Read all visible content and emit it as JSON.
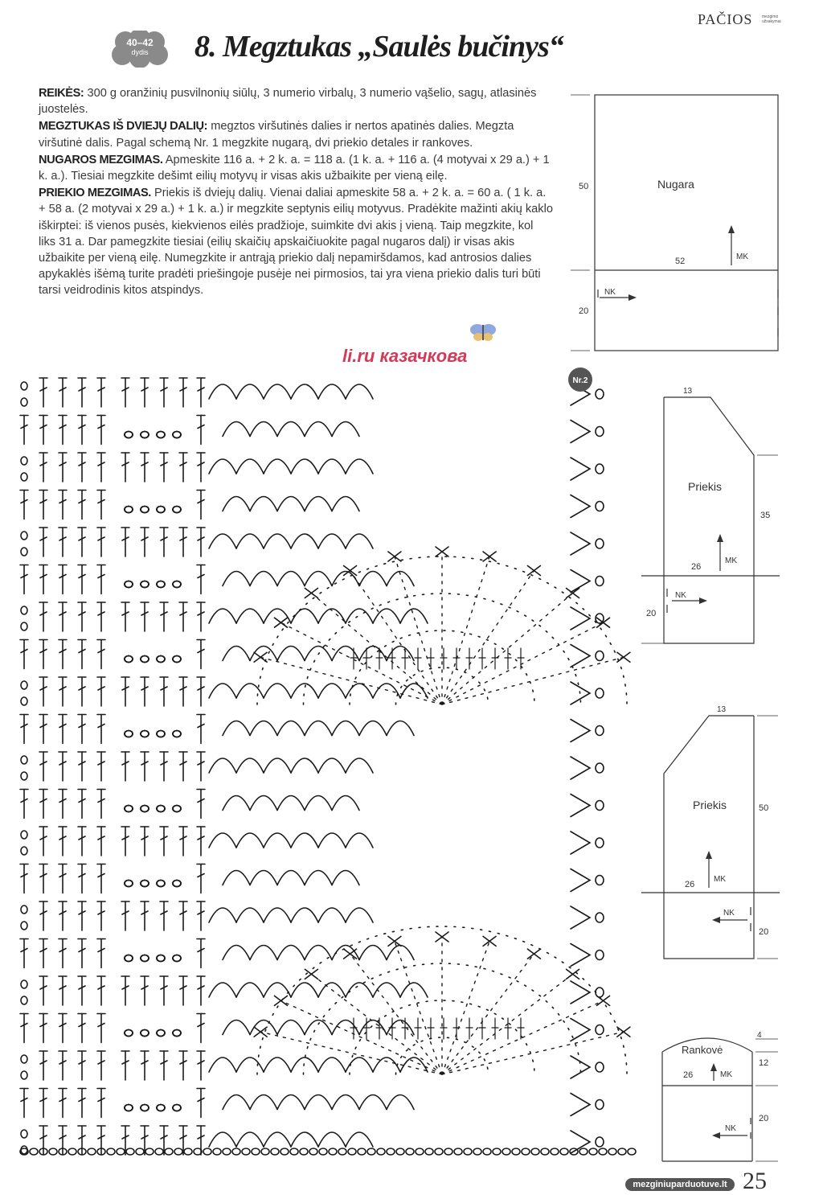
{
  "header": {
    "brand": "PAČIOS",
    "brand_tag": "mezgimo užsakymai",
    "size_badge_size": "40–42",
    "size_badge_word": "dydis",
    "title": "8. Megztukas „Saulės bučinys“"
  },
  "body": {
    "p1_head": "REIKĖS:",
    "p1_text": " 300 g oranžinių pusvilnonių siūlų, 3 numerio virbalų, 3 numerio vąšelio, sagų, atlasinės juostelės.",
    "p2_head": "MEGZTUKAS IŠ DVIEJŲ DALIŲ:",
    "p2_text": " megztos viršutinės dalies ir nertos apatinės dalies. Megzta viršutinė  dalis. Pagal schemą Nr. 1 megzkite nugarą, dvi priekio detales ir rankoves.",
    "p3_head": "NUGAROS MEZGIMAS.",
    "p3_text": " Apmeskite 116 a. + 2 k. a. = 118 a. (1 k. a. + 116 a. (4 motyvai  x 29 a.) + 1 k. a.). Tiesiai megzkite dešimt eilių motyvų ir visas akis užbaikite per vieną eilę.",
    "p4_head": "PRIEKIO MEZGIMAS.",
    "p4_text": " Priekis iš dviejų dalių. Vienai daliai apmeskite 58 a. + 2 k. a. = 60 a. ( 1 k. a. + 58 a. (2 motyvai x 29 a.) + 1 k. a.) ir megzkite septynis eilių motyvus. Pradėkite mažinti akių kaklo iškirptei: iš vienos pusės, kiekvienos eilės pradžioje, suimkite dvi akis į vieną. Taip megzkite, kol liks 31 a. Dar pamegzkite tiesiai (eilių skaičių apskaičiuokite pagal nugaros dalį) ir visas akis užbaikite per vieną eilę. Numegzkite ir antrąją priekio dalį nepamiršdamos, kad antrosios dalies apykaklės išėmą turite pradėti priešingoje pusėje nei pirmosios, tai yra viena priekio dalis turi būti tarsi veidrodinis kitos atspindys."
  },
  "watermark": "li.ru казачкова",
  "chart_badge": "Nr.2",
  "schematics": {
    "nugara": {
      "label": "Nugara",
      "height_top": "50",
      "height_bottom": "20",
      "width": "52",
      "mk": "MK",
      "nk": "NK"
    },
    "priekis1": {
      "label": "Priekis",
      "top_width": "13",
      "height_top": "35",
      "height_bottom": "20",
      "width": "26",
      "mk": "MK",
      "nk": "NK"
    },
    "priekis2": {
      "label": "Priekis",
      "top_width": "13",
      "height_top": "50",
      "height_bottom": "20",
      "width": "26",
      "mk": "MK",
      "nk": "NK"
    },
    "rankove": {
      "label": "Rankovė",
      "cap": "4",
      "height_top": "12",
      "height_bottom": "20",
      "width": "26",
      "mk": "MK",
      "nk": "NK"
    }
  },
  "footer": {
    "url": "mezginiuparduotuve.lt",
    "page_number": "25"
  }
}
